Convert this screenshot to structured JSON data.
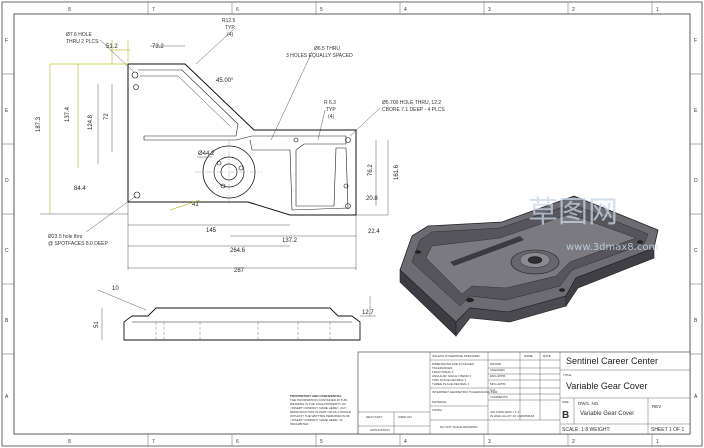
{
  "zones": {
    "top": [
      "8",
      "7",
      "6",
      "5",
      "4",
      "3",
      "2",
      "1"
    ],
    "side": [
      "F",
      "E",
      "D",
      "C",
      "B",
      "A"
    ]
  },
  "dims": {
    "left_height_total": "187.3",
    "left_height_mid": "137.4",
    "left_height_inner": "124.8",
    "left_height_small": "72",
    "left_width_top": "51.2",
    "top_width_mid": "73.2",
    "bottom_width_1": "145",
    "bottom_width_2": "264.6",
    "bottom_width_3": "137.2",
    "bottom_width_4": "22.4",
    "bottom_width_total": "287",
    "left_offset": "84.4",
    "hub_dia": "Ø44.2",
    "right_h1": "76.2",
    "right_h2": "161.6",
    "right_h3": "20.8",
    "side_height": "51",
    "side_top": "10",
    "side_right": "12.7",
    "angle": "41",
    "angle_top": "45.00°"
  },
  "notes": {
    "hole_left": "Ø7.6 HOLE",
    "hole_left_2": "THRU 2 PLCS",
    "radius_top": "R12.5",
    "radius_top_typ": "TYP",
    "radius_top_note": "(4)",
    "thru_holes": "Ø6.5 THRU",
    "thru_holes_2": "3 HOLES EQUALLY SPACED",
    "r63": "R 6.3",
    "r63_typ": "TYP",
    "r63_note": "(4)",
    "cbore": "Ø5.700 HOLE THRU, 12.2",
    "cbore_2": "CBORE 7.1 DEEP - 4 PLCS",
    "spotface": "Ø23.5 hole thru",
    "spotface_2": "@ SPOTFACES 8.0 DEEP"
  },
  "title_block": {
    "company": "Sentinel Career Center",
    "title_label": "TITLE:",
    "title": "Variable Gear Cover",
    "size_label": "SIZE",
    "size": "B",
    "dwg_label": "DWG.  NO.",
    "dwg_no": "Variable Gear Cover",
    "rev_label": "REV",
    "scale": "SCALE: 1:8  WEIGHT:",
    "sheet": "SHEET 1 OF 1",
    "name_label": "NAME",
    "date_label": "DATE",
    "drawn": "DRAWN",
    "checked": "CHECKED",
    "eng_appr": "ENG APPR.",
    "mfg_appr": "MFG APPR.",
    "qa": "Q.A.",
    "comments": "COMMENTS:",
    "next_assy": "NEXT ASSY",
    "used_on": "USED ON",
    "application": "APPLICATION",
    "do_not_scale": "DO NOT SCALE DRAWING",
    "finish": "FINISH",
    "material": "MATERIAL",
    "unless": "UNLESS OTHERWISE SPECIFIED:",
    "tol_1": "DIMENSIONS ARE IN INCHES",
    "tol_2": "TOLERANCES:",
    "tol_3": "FRACTIONAL ±",
    "tol_4": "ANGULAR: MACH ±  BEND ±",
    "tol_5": "TWO PLACE DECIMAL ±",
    "tol_6": "THREE PLACE DECIMAL ±",
    "interpret": "INTERPRET GEOMETRIC TOLERANCING PER:",
    "prop_title": "PROPRIETARY AND CONFIDENTIAL",
    "prop_1": "THE INFORMATION CONTAINED IN THIS",
    "prop_2": "DRAWING IS THE SOLE PROPERTY OF",
    "prop_3": "<INSERT COMPANY NAME HERE>. ANY",
    "prop_4": "REPRODUCTION IN PART OR AS A WHOLE",
    "prop_5": "WITHOUT THE WRITTEN PERMISSION OF",
    "prop_6": "<INSERT COMPANY NAME HERE> IS",
    "prop_7": "PROHIBITED.",
    "mat_note": "ISO 1SRS A000 = 1-2",
    "mat_note_2": "IN HIGH ALLOY 1C CHROMIUM"
  },
  "watermark": {
    "cn": "草图网",
    "url": "www.3dmax8.com"
  }
}
